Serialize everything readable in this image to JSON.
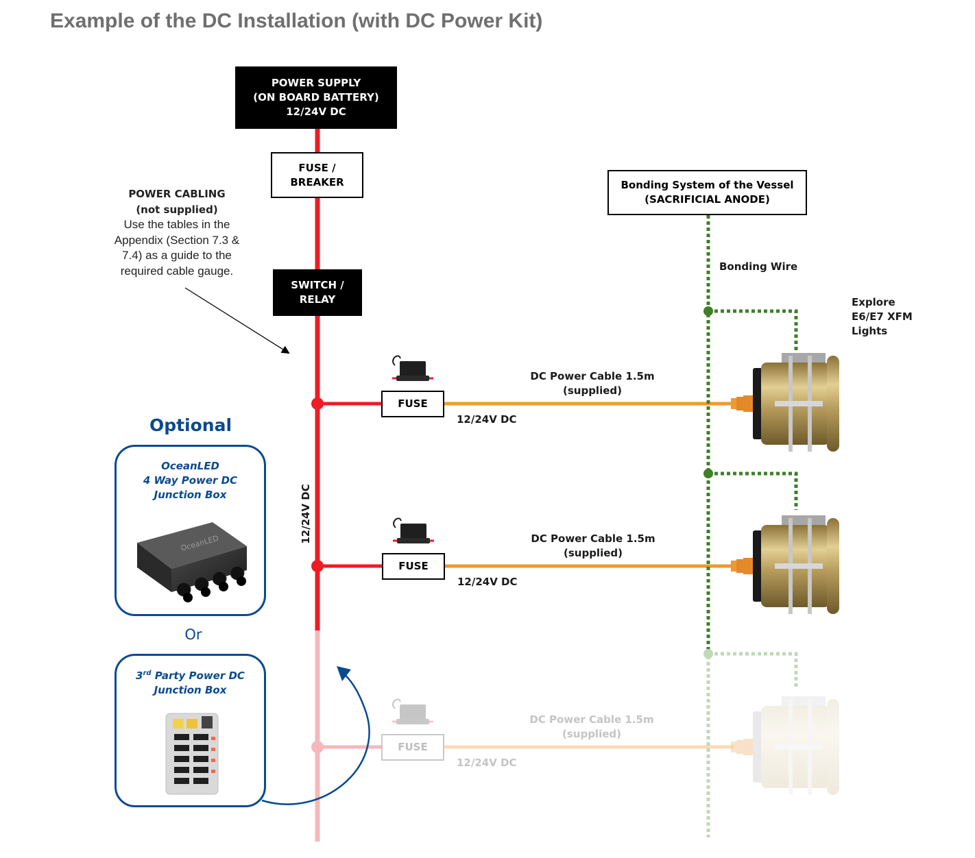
{
  "title": "Example of the DC Installation (with DC Power Kit)",
  "power_supply": {
    "line1": "POWER SUPPLY",
    "line2": "(ON BOARD BATTERY)",
    "line3": "12/24V DC"
  },
  "fuse_breaker": {
    "line1": "FUSE /",
    "line2": "BREAKER"
  },
  "switch_relay": {
    "line1": "SWITCH /",
    "line2": "RELAY"
  },
  "power_cabling": {
    "heading": "POWER CABLING",
    "sub": "(not supplied)",
    "body_lines": [
      "Use the tables in the",
      "Appendix (Section 7.3 &",
      "7.4) as a guide to the",
      "required cable gauge."
    ]
  },
  "bonding": {
    "line1": "Bonding System of the Vessel",
    "line2": "(SACRIFICIAL ANODE)",
    "wire_label": "Bonding Wire"
  },
  "lights": {
    "line1": "Explore",
    "line2": "E6/E7 XFM",
    "line3": "Lights"
  },
  "vertical_label": "12/24V DC",
  "branches": [
    {
      "fuse_label": "FUSE",
      "voltage": "12/24V DC",
      "cable_line1": "DC Power Cable 1.5m",
      "cable_line2": "(supplied)"
    },
    {
      "fuse_label": "FUSE",
      "voltage": "12/24V DC",
      "cable_line1": "DC Power Cable 1.5m",
      "cable_line2": "(supplied)"
    },
    {
      "fuse_label": "FUSE",
      "voltage": "12/24V DC",
      "cable_line1": "DC Power Cable 1.5m",
      "cable_line2": "(supplied)"
    }
  ],
  "optional": {
    "heading": "Optional",
    "box1": {
      "line1": "OceanLED",
      "line2": "4 Way Power DC",
      "line3": "Junction Box",
      "logo": "OceanLED"
    },
    "or": "Or",
    "box2": {
      "sup_prefix": "3",
      "sup": "rd",
      "line1_rest": " Party Power DC",
      "line2": "Junction Box"
    }
  },
  "colors": {
    "power_red": "#ee1c24",
    "power_red_faded": "#f6b8bb",
    "cable_orange": "#ef9a2f",
    "cable_orange_faded": "#f8dcb6",
    "bonding_green": "#3f7f29",
    "bonding_green_faded": "#bfd9b6",
    "optional_blue": "#0a4a8f",
    "brass": "#b39a5c"
  }
}
